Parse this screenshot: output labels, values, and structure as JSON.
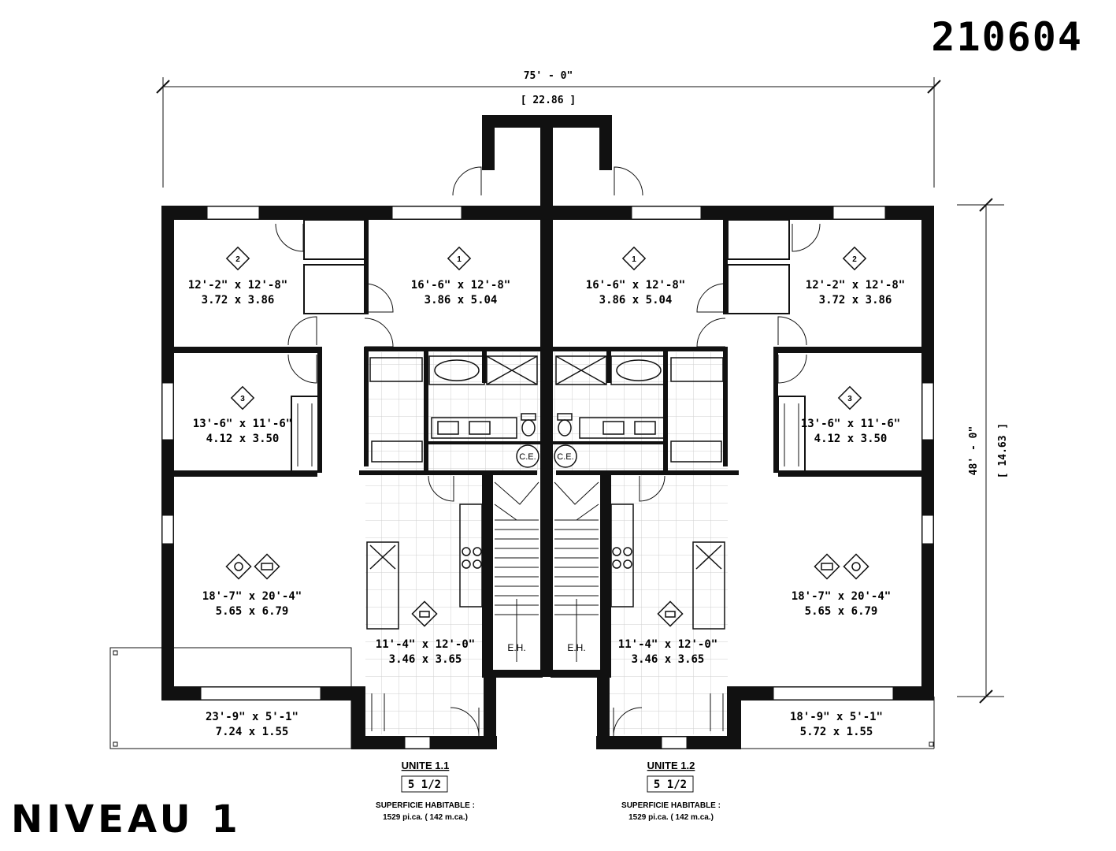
{
  "plan_number": "210604",
  "level_title": "NIVEAU 1",
  "dimensions": {
    "width_imperial": "75' - 0\"",
    "width_metric": "[ 22.86 ]",
    "depth_imperial": "48' - 0\"",
    "depth_metric": "[ 14.63 ]"
  },
  "rooms_left": {
    "bedroom2": {
      "imperial": "12'-2\" x 12'-8\"",
      "metric": "3.72 x 3.86",
      "badge": "2"
    },
    "bedroom1": {
      "imperial": "16'-6\" x 12'-8\"",
      "metric": "3.86 x 5.04",
      "badge": "1"
    },
    "bedroom3": {
      "imperial": "13'-6\" x 11'-6\"",
      "metric": "4.12 x 3.50",
      "badge": "3"
    },
    "living": {
      "imperial": "18'-7\" x 20'-4\"",
      "metric": "5.65 x 6.79"
    },
    "kitchen": {
      "imperial": "11'-4\" x 12'-0\"",
      "metric": "3.46 x 3.65"
    },
    "terrace": {
      "imperial": "23'-9\" x 5'-1\"",
      "metric": "7.24 x 1.55"
    }
  },
  "rooms_right": {
    "bedroom1": {
      "imperial": "16'-6\" x 12'-8\"",
      "metric": "3.86 x 5.04",
      "badge": "1"
    },
    "bedroom2": {
      "imperial": "12'-2\" x 12'-8\"",
      "metric": "3.72 x 3.86",
      "badge": "2"
    },
    "bedroom3": {
      "imperial": "13'-6\" x 11'-6\"",
      "metric": "4.12 x 3.50",
      "badge": "3"
    },
    "living": {
      "imperial": "18'-7\" x 20'-4\"",
      "metric": "5.65 x 6.79"
    },
    "kitchen": {
      "imperial": "11'-4\" x 12'-0\"",
      "metric": "3.46 x 3.65"
    },
    "terrace": {
      "imperial": "18'-9\" x 5'-1\"",
      "metric": "5.72 x 1.55"
    }
  },
  "labels": {
    "ce": "C.E.",
    "eh": "E.H."
  },
  "units": [
    {
      "name": "UNITE 1.1",
      "type": "5 1/2",
      "area_label": "SUPERFICIE HABITABLE :",
      "area": "1529 pi.ca. ( 142 m.ca.)"
    },
    {
      "name": "UNITE 1.2",
      "type": "5 1/2",
      "area_label": "SUPERFICIE HABITABLE :",
      "area": "1529 pi.ca. ( 142 m.ca.)"
    }
  ],
  "icons": [
    "bedroom-badge-icon",
    "dining-icon",
    "sofa-icon",
    "kitchen-pot-icon",
    "bathtub-icon",
    "toilet-icon",
    "sink-icon",
    "stove-icon",
    "stair-icon",
    "door-swing-icon"
  ],
  "colors": {
    "wall": "#111111",
    "floor_grid": "#cfcfcf",
    "background": "#ffffff"
  }
}
